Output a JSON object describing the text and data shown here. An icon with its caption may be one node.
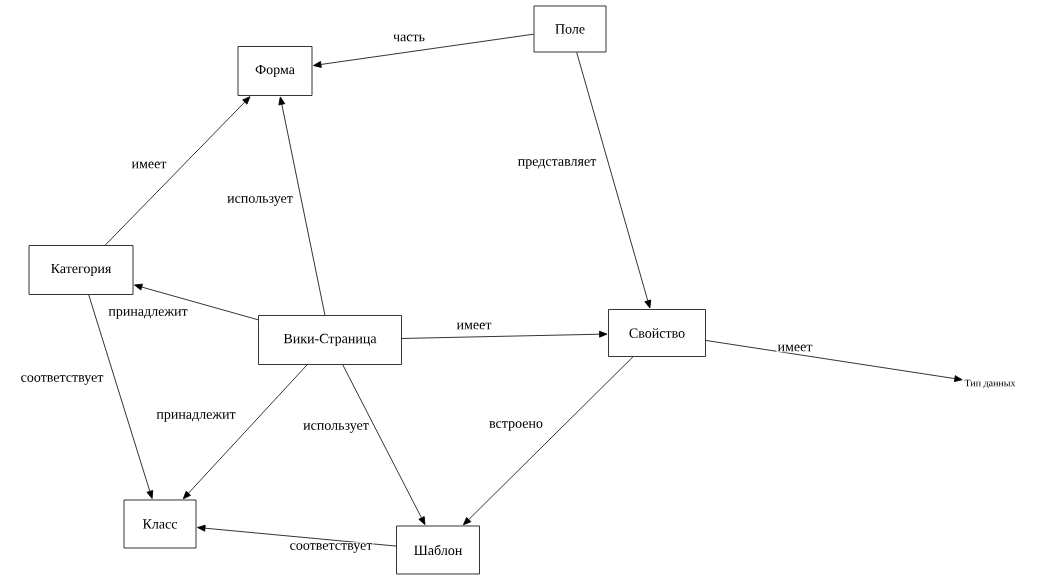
{
  "diagram": {
    "nodes": [
      {
        "text": [
          "Поле"
        ]
      },
      {
        "text": [
          "Форма"
        ]
      },
      {
        "text": [
          "Категория"
        ]
      },
      {
        "text": [
          "Вики-Страница"
        ]
      },
      {
        "text": [
          "Свойство"
        ]
      },
      {
        "text": [
          "Тип данных"
        ]
      },
      {
        "text": [
          "Класс"
        ]
      },
      {
        "text": [
          "Шаблон"
        ]
      }
    ],
    "edges": [
      {
        "from": 0,
        "to": 1,
        "arrow": "to",
        "label": "часть"
      },
      {
        "from": 0,
        "to": 4,
        "arrow": "to",
        "label": "представляет"
      },
      {
        "from": 2,
        "to": 1,
        "arrow": "to",
        "label": "имеет"
      },
      {
        "from": 3,
        "to": 1,
        "arrow": "to",
        "label": "использует"
      },
      {
        "from": 3,
        "to": 2,
        "arrow": "to",
        "label": "принадлежит"
      },
      {
        "from": 3,
        "to": 4,
        "arrow": "to",
        "label": "имеет"
      },
      {
        "from": 4,
        "to": 5,
        "arrow": "to",
        "label": "имеет"
      },
      {
        "from": 2,
        "to": 6,
        "arrow": "to",
        "label": "соответствует"
      },
      {
        "from": 3,
        "to": 6,
        "arrow": "to",
        "label": "принадлежит"
      },
      {
        "from": 3,
        "to": 7,
        "arrow": "to",
        "label": "использует"
      },
      {
        "from": 4,
        "to": 7,
        "arrow": "to",
        "label": "встроено"
      },
      {
        "from": 7,
        "to": 6,
        "arrow": "to",
        "label": "соответствует"
      }
    ]
  }
}
